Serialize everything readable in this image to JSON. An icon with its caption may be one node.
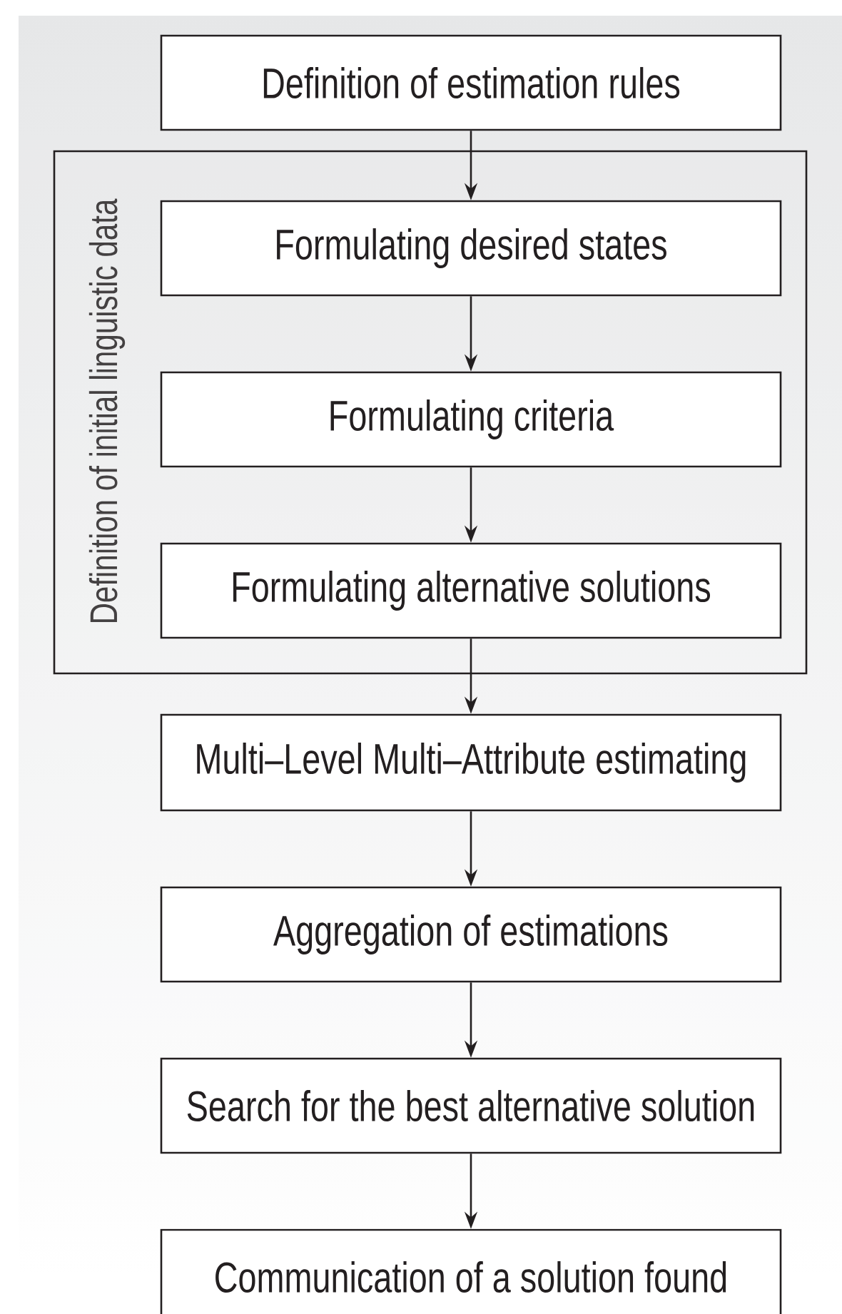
{
  "diagram": {
    "nodes": [
      {
        "text": [
          "Definition of estimation rules"
        ]
      },
      {
        "text": [
          "Definition of initial linguistic data"
        ]
      },
      {
        "text": [
          "Formulating desired states"
        ],
        "in": 1
      },
      {
        "text": [
          "Formulating criteria"
        ],
        "in": 1
      },
      {
        "text": [
          "Formulating alternative solutions"
        ],
        "in": 1
      },
      {
        "text": [
          "Multi–Level Multi–Attribute estimating"
        ]
      },
      {
        "text": [
          "Aggregation of estimations"
        ]
      },
      {
        "text": [
          "Search for the best alternative solution"
        ]
      },
      {
        "text": [
          "Communication of a solution found"
        ]
      }
    ],
    "edges": [
      {
        "from": 0,
        "to": 2,
        "arrow": "to"
      },
      {
        "from": 2,
        "to": 3,
        "arrow": "to"
      },
      {
        "from": 3,
        "to": 4,
        "arrow": "to"
      },
      {
        "from": 4,
        "to": 5,
        "arrow": "to"
      },
      {
        "from": 5,
        "to": 6,
        "arrow": "to"
      },
      {
        "from": 6,
        "to": 7,
        "arrow": "to"
      },
      {
        "from": 7,
        "to": 8,
        "arrow": "to"
      }
    ]
  }
}
